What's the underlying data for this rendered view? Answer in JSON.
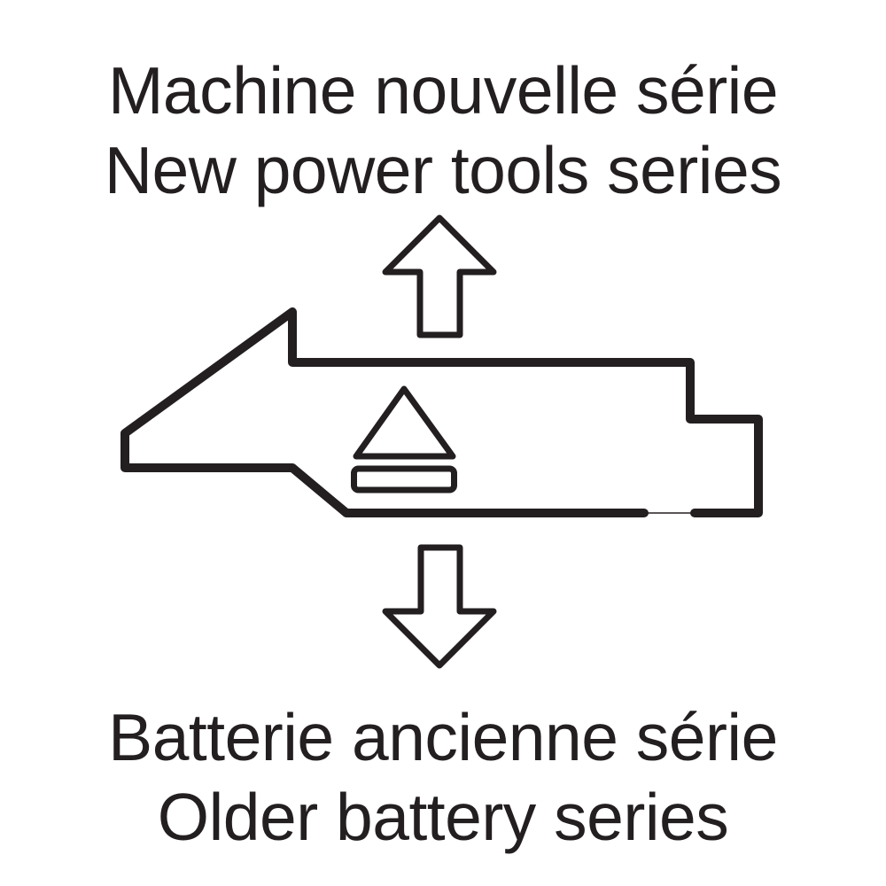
{
  "captions": {
    "top_fr": "Machine nouvelle série",
    "top_en": "New power tools series",
    "bottom_fr": "Batterie ancienne série",
    "bottom_en": "Older battery series"
  },
  "icons": {
    "up_arrow": "hollow up arrow pointing from battery toward new tool series",
    "down_arrow": "hollow down arrow pointing from battery toward older battery series",
    "battery_pack": "side outline of slide-on battery pack with arrow-shaped left nose",
    "eject_symbol": "triangle over bar (release-button marking) inside battery outline"
  },
  "colors": {
    "ink": "#231f20",
    "background": "#ffffff"
  }
}
